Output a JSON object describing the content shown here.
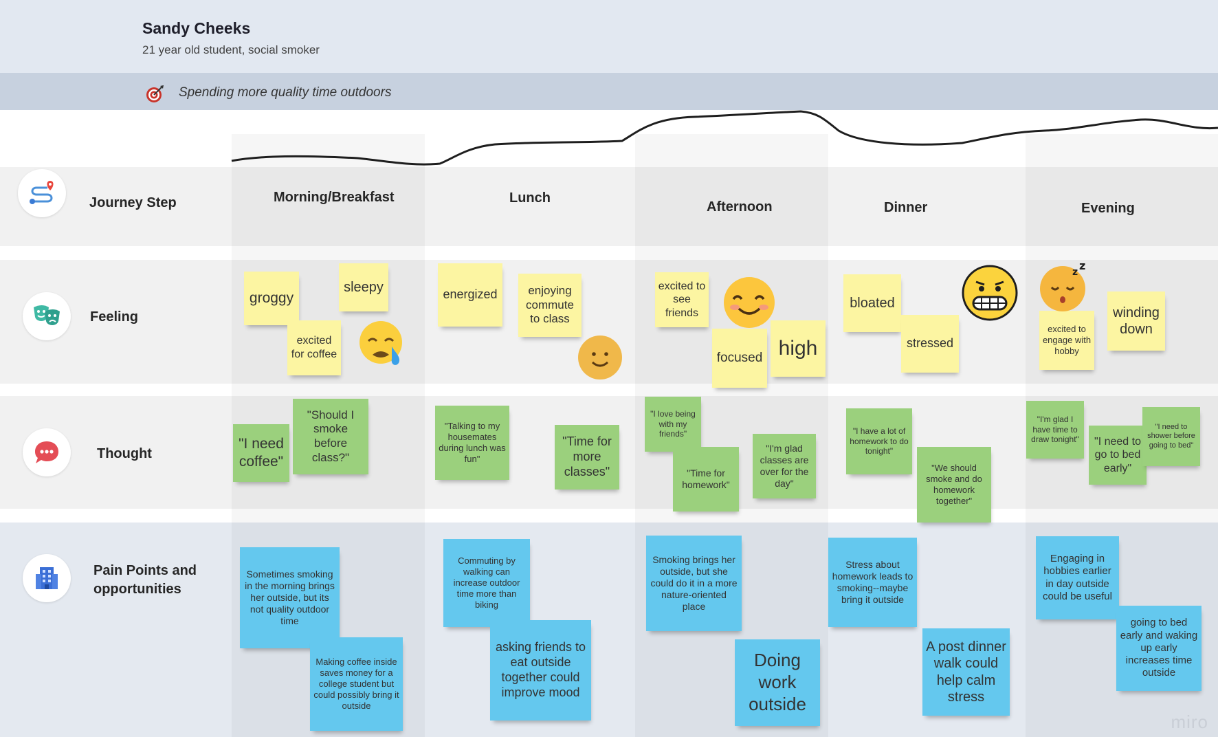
{
  "persona": {
    "name": "Sandy Cheeks",
    "description": "21 year old student, social smoker"
  },
  "goal": {
    "text": "Spending more quality time outdoors"
  },
  "rows": {
    "journey": "Journey Step",
    "feeling": "Feeling",
    "thought": "Thought",
    "pain": "Pain Points and opportunities"
  },
  "stages": [
    "Morning/Breakfast",
    "Lunch",
    "Afternoon",
    "Dinner",
    "Evening"
  ],
  "feelings": {
    "morning": [
      "groggy",
      "sleepy",
      "excited for coffee"
    ],
    "lunch": [
      "energized",
      "enjoying commute to class"
    ],
    "afternoon": [
      "excited to see friends",
      "focused",
      "high"
    ],
    "dinner": [
      "bloated",
      "stressed"
    ],
    "evening": [
      "excited to engage with hobby",
      "winding down"
    ]
  },
  "thoughts": {
    "morning": [
      "\"I need coffee\"",
      "\"Should I smoke before class?\""
    ],
    "lunch": [
      "\"Talking to my housemates during lunch was fun\"",
      "\"Time for more classes\""
    ],
    "afternoon": [
      "\"I love being with my friends\"",
      "\"Time for homework\"",
      "\"I'm glad classes are over for the day\""
    ],
    "dinner": [
      "\"I have a lot of homework to do tonight\"",
      "\"We should smoke and do homework together\""
    ],
    "evening": [
      "\"I'm glad I have time to draw tonight\"",
      "\"I need to go to bed early\"",
      "\"I need to shower before going to bed\""
    ]
  },
  "pains": {
    "morning": [
      "Sometimes smoking in the morning brings her outside, but its not quality outdoor time",
      "Making coffee inside saves money for a college student but could possibly bring it outside"
    ],
    "lunch": [
      "Commuting by walking can increase outdoor time more than biking",
      "asking friends to eat outside together could improve mood"
    ],
    "afternoon": [
      "Smoking brings her outside, but she could do it in a more nature-oriented place",
      "Doing work outside"
    ],
    "dinner": [
      "Stress about homework leads to smoking--maybe bring it outside",
      "A post dinner walk could help calm stress"
    ],
    "evening": [
      "Engaging in hobbies earlier in day outside could be useful",
      "going to bed early and waking up early increases time outside"
    ]
  },
  "icons": {
    "goal": "target-icon",
    "journey": "route-map-icon",
    "feeling": "theater-masks-icon",
    "thought": "chat-bubble-icon",
    "pain": "building-icon"
  },
  "colors": {
    "yellow_sticky": "#fcf5a2",
    "green_sticky": "#9bd07d",
    "blue_sticky": "#64c8ee",
    "header_bg": "#e2e8f1"
  },
  "watermark": "miro"
}
